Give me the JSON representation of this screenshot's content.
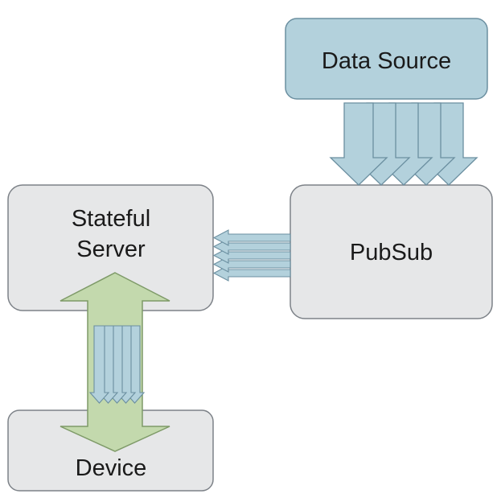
{
  "diagram": {
    "nodes": [
      {
        "id": "data-source",
        "label": "Data Source",
        "fill": "#b3d1dc",
        "stroke": "#6b8fa0"
      },
      {
        "id": "pubsub",
        "label": "PubSub",
        "fill": "#e6e7e8",
        "stroke": "#7d8288"
      },
      {
        "id": "stateful-server",
        "label_lines": [
          "Stateful",
          "Server"
        ],
        "fill": "#e6e7e8",
        "stroke": "#7d8288"
      },
      {
        "id": "device",
        "label": "Device",
        "fill": "#e6e7e8",
        "stroke": "#7d8288"
      }
    ],
    "edges": [
      {
        "from": "data-source",
        "to": "pubsub",
        "style": "multi-arrow",
        "count": 5,
        "fill": "#b3d1dc",
        "stroke": "#6b8fa0"
      },
      {
        "from": "pubsub",
        "to": "stateful-server",
        "style": "multi-arrow",
        "count": 5,
        "fill": "#b3d1dc",
        "stroke": "#6b8fa0"
      },
      {
        "from": "stateful-server",
        "to": "device",
        "style": "double-arrow",
        "fill": "#c3d9ad",
        "stroke": "#7e9a68"
      },
      {
        "from": "stateful-server",
        "to": "device",
        "style": "multi-arrow",
        "count": 5,
        "fill": "#b3d1dc",
        "stroke": "#6b8fa0"
      }
    ]
  }
}
